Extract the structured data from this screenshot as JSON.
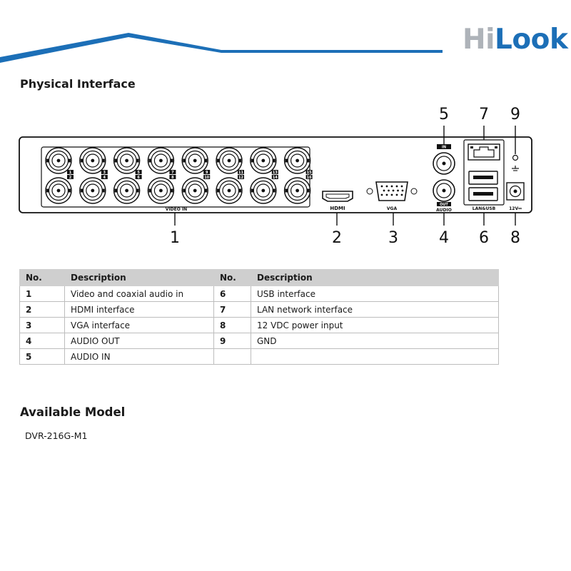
{
  "brand": {
    "logo_text_a": "Hi",
    "logo_text_b": "Look"
  },
  "sections": {
    "physical_title": "Physical Interface",
    "model_title": "Available Model"
  },
  "model": {
    "name": "DVR-216G-M1"
  },
  "device": {
    "callouts": [
      "1",
      "2",
      "3",
      "4",
      "5",
      "6",
      "7",
      "8",
      "9"
    ],
    "labels": {
      "video_in": "VIDEO IN",
      "hdmi": "HDMI",
      "vga": "VGA",
      "audio": "AUDIO",
      "audio_in": "IN",
      "audio_out": "OUT",
      "lan_usb": "LAN&USB",
      "power": "12V⎓"
    },
    "channel_labels": [
      "1",
      "2",
      "3",
      "4",
      "5",
      "6",
      "7",
      "8",
      "9",
      "10",
      "11",
      "12",
      "13",
      "14",
      "15",
      "16"
    ]
  },
  "table": {
    "headers": [
      "No.",
      "Description",
      "No.",
      "Description"
    ],
    "rows": [
      [
        "1",
        "Video and coaxial audio in",
        "6",
        "USB interface"
      ],
      [
        "2",
        "HDMI interface",
        "7",
        "LAN network interface"
      ],
      [
        "3",
        "VGA interface",
        "8",
        "12 VDC power input"
      ],
      [
        "4",
        "AUDIO OUT",
        "9",
        "GND"
      ],
      [
        "5",
        "AUDIO IN",
        "",
        ""
      ]
    ]
  },
  "colors": {
    "brand_blue": "#1c6fb7",
    "logo_grey": "#aeb3b9",
    "header_row": "#cfcfcf"
  }
}
